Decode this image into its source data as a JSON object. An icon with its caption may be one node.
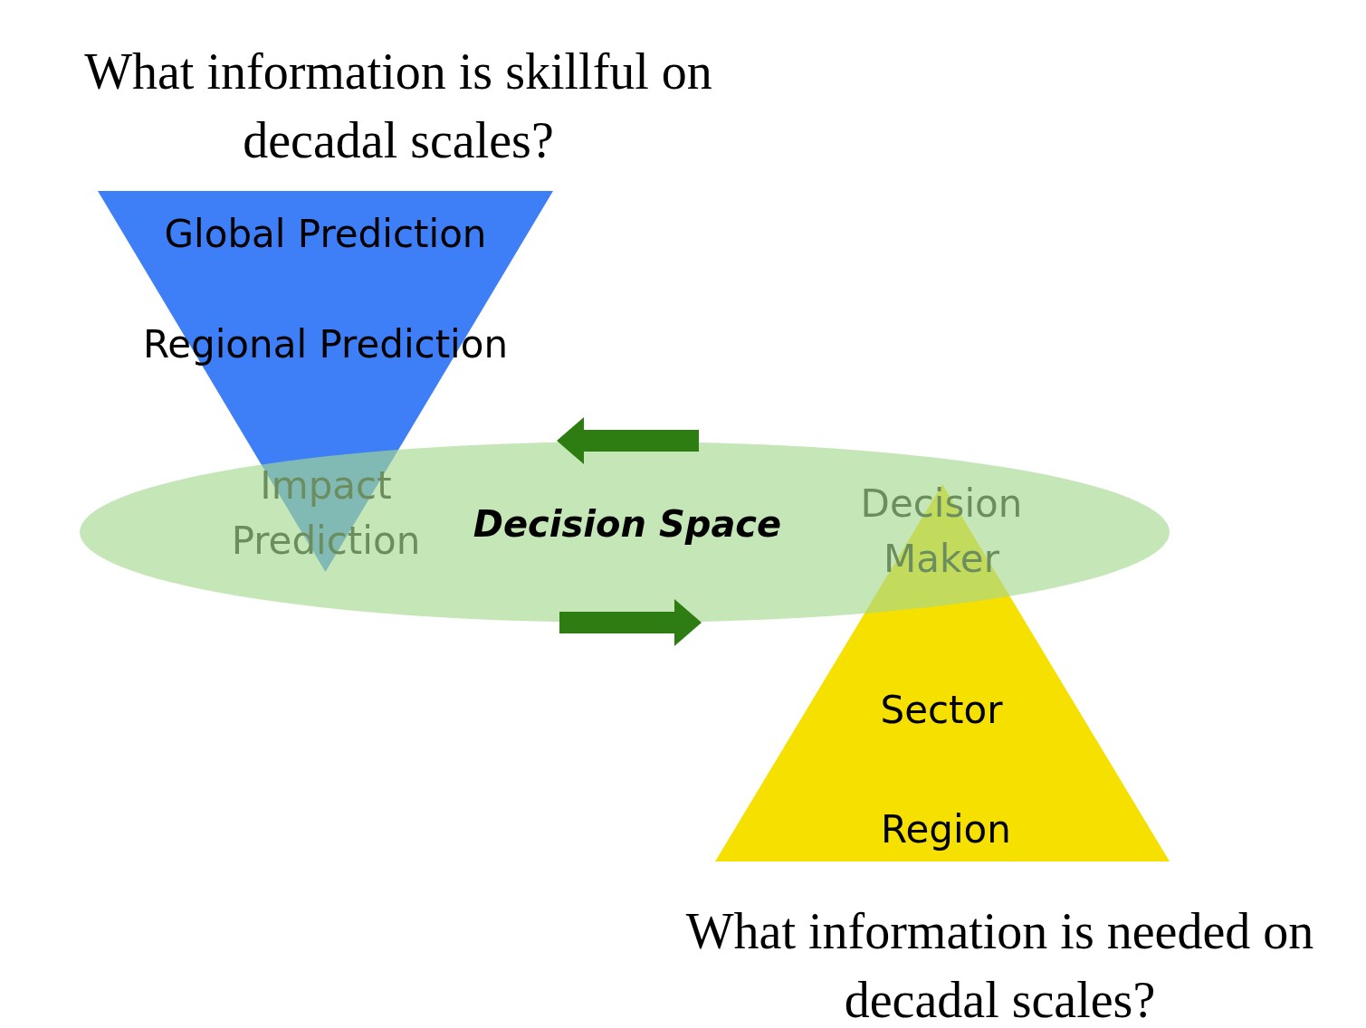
{
  "diagram": {
    "nodes": [
      {
        "text": [
          "Global Prediction",
          "Regional Prediction",
          "Impact Prediction"
        ],
        "beside": [
          "What information is skillful on decadal scales?"
        ]
      },
      {
        "text": [
          "Decision Space"
        ]
      },
      {
        "text": [
          "Decision Maker",
          "Sector",
          "Region"
        ],
        "beside": [
          "What information is needed on decadal scales?"
        ]
      }
    ]
  }
}
